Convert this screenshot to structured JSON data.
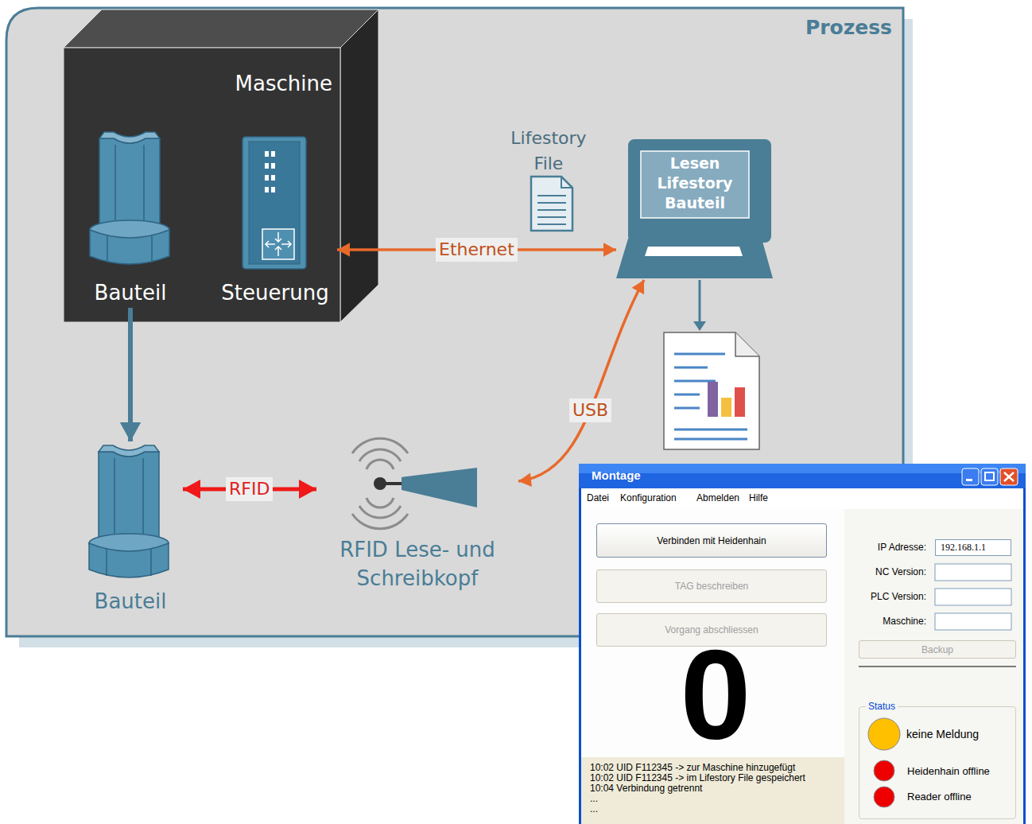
{
  "diagram": {
    "nodes": [
      {
        "text": [
          "Prozess"
        ]
      },
      {
        "text": [
          "Maschine"
        ],
        "in": 0
      },
      {
        "text": [
          "Bauteil"
        ],
        "in": 1
      },
      {
        "text": [
          "Steuerung"
        ],
        "in": 1
      },
      {
        "text": [
          "Lesen Lifestory Bauteil"
        ],
        "in": 0
      },
      {
        "text": [
          "Bauteil"
        ],
        "in": 0
      },
      {
        "text": [
          "RFID Lese- und Schreibkopf"
        ],
        "in": 0
      },
      {
        "text": [
          "Montage"
        ]
      },
      {
        "text": [
          "Verbinden mit Heidenhain"
        ],
        "in": 7
      },
      {
        "text": [
          "TAG beschreiben"
        ],
        "in": 7
      },
      {
        "text": [
          "Vorgang abschliessen"
        ],
        "in": 7
      },
      {
        "text": [
          "192.168.1.1"
        ],
        "in": 7
      },
      {
        "text": [
          "Backup"
        ],
        "in": 7
      },
      {
        "text": [
          "Status"
        ],
        "in": 7
      }
    ],
    "edges": [
      {
        "from": 3,
        "to": 4,
        "label": "Ethernet",
        "arrow": "both"
      },
      {
        "from": 6,
        "to": 4,
        "label": "USB",
        "arrow": "both"
      },
      {
        "from": 5,
        "to": 6,
        "label": "RFID",
        "arrow": "both"
      },
      {
        "from": 2,
        "to": 5,
        "arrow": "to"
      }
    ],
    "labels": [
      "Lifestory File",
      "Datei",
      "Konfiguration",
      "Abmelden",
      "Hilfe",
      "IP Adresse:",
      "NC Version:",
      "PLC Version:",
      "Maschine:",
      "0",
      "keine Meldung",
      "Heidenhain offline",
      "Reader offline",
      "10:02 UID F112345 -> zur Maschine hinzugefügt",
      "10:02 UID F112345 -> im Lifestory File gespeichert",
      "10:04 Verbindung getrennt",
      "...",
      "..."
    ]
  }
}
